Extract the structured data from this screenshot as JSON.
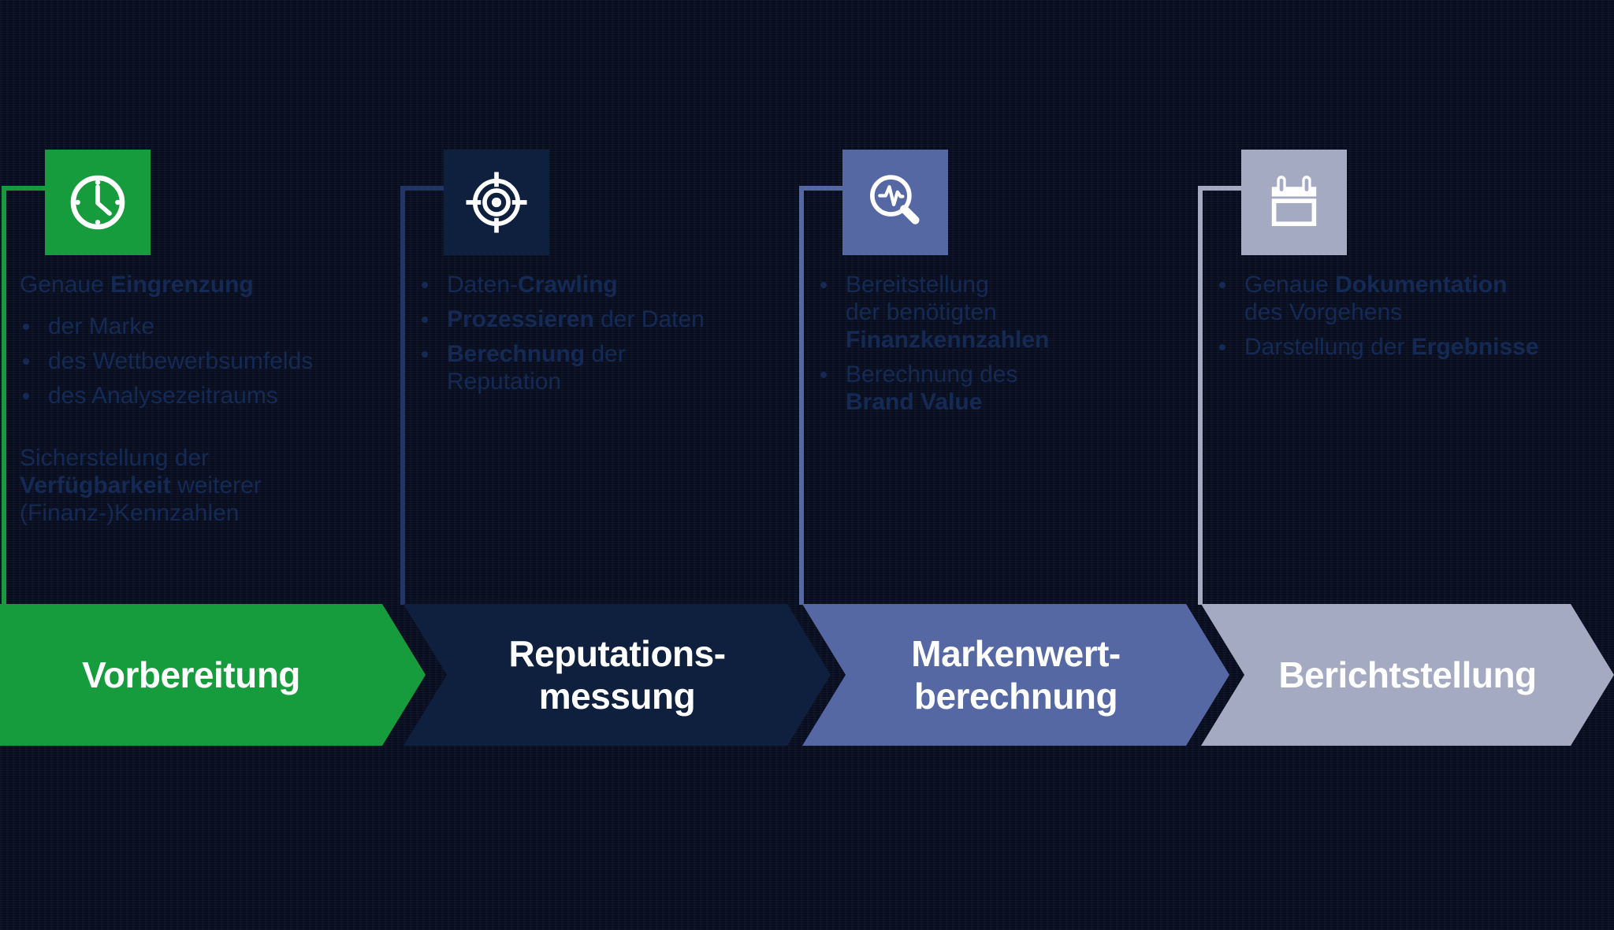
{
  "page": {
    "background_color": "#090d1b",
    "text_color": "#142a55",
    "arrow_text_color": "#ffffff"
  },
  "stages": [
    {
      "name": "Vorbereitung",
      "label": "Vorbereitung",
      "color": "#179c3d",
      "line_color": "#179c3d",
      "icon": "clock-icon",
      "content": [
        {
          "type": "paragraph",
          "segments": [
            {
              "text": "Genaue "
            },
            {
              "text": "Eingrenzung",
              "bold": true
            }
          ]
        },
        {
          "type": "bullet",
          "segments": [
            {
              "text": "der Marke"
            }
          ]
        },
        {
          "type": "bullet",
          "segments": [
            {
              "text": "des Wettbewerbsumfelds"
            }
          ]
        },
        {
          "type": "bullet",
          "segments": [
            {
              "text": "des Analysezeitraums"
            }
          ]
        },
        {
          "type": "paragraph",
          "spaced": true,
          "segments": [
            {
              "text": "Sicherstellung der\n"
            },
            {
              "text": "Verfügbarkeit",
              "bold": true
            },
            {
              "text": " weiterer\n(Finanz-)Kennzahlen"
            }
          ]
        }
      ]
    },
    {
      "name": "Reputationsmessung",
      "label": "Reputations-\nmessung",
      "color": "#0f1f3e",
      "line_color": "#223566",
      "icon": "target-icon",
      "content": [
        {
          "type": "bullet",
          "segments": [
            {
              "text": "Daten-"
            },
            {
              "text": "Crawling",
              "bold": true
            }
          ]
        },
        {
          "type": "bullet",
          "segments": [
            {
              "text": "Prozessieren",
              "bold": true
            },
            {
              "text": " der Daten"
            }
          ]
        },
        {
          "type": "bullet",
          "segments": [
            {
              "text": "Berechnung",
              "bold": true
            },
            {
              "text": " der\nReputation"
            }
          ]
        }
      ]
    },
    {
      "name": "Markenwertberechnung",
      "label": "Markenwert-\nberechnung",
      "color": "#5568a4",
      "line_color": "#5568a4",
      "icon": "pulse-magnifier-icon",
      "content": [
        {
          "type": "bullet",
          "segments": [
            {
              "text": "Bereitstellung\nder benötigten\n"
            },
            {
              "text": "Finanzkennzahlen",
              "bold": true
            }
          ]
        },
        {
          "type": "bullet",
          "segments": [
            {
              "text": "Berechnung des\n"
            },
            {
              "text": "Brand Value",
              "bold": true
            }
          ]
        }
      ]
    },
    {
      "name": "Berichtstellung",
      "label": "Berichtstellung",
      "color": "#a5aac3",
      "line_color": "#a5aac3",
      "icon": "calendar-icon",
      "content": [
        {
          "type": "bullet",
          "segments": [
            {
              "text": "Genaue "
            },
            {
              "text": "Dokumentation",
              "bold": true
            },
            {
              "text": "\ndes Vorgehens"
            }
          ]
        },
        {
          "type": "bullet",
          "segments": [
            {
              "text": "Darstellung der "
            },
            {
              "text": "Ergebnisse",
              "bold": true
            }
          ]
        }
      ]
    }
  ]
}
